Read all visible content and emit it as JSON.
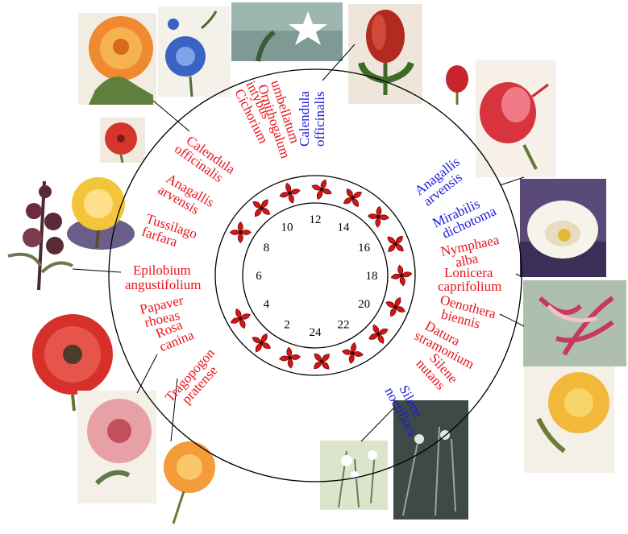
{
  "colors": {
    "opens_morning": "#e8141b",
    "opens_evening": "#1a1adb",
    "flower_mark": "#d11616",
    "circle": "#000000",
    "background": "#ffffff"
  },
  "hours": [
    "2",
    "4",
    "6",
    "8",
    "10",
    "12",
    "14",
    "16",
    "18",
    "20",
    "22",
    "24"
  ],
  "flower_marks": 15,
  "labels": [
    {
      "id": "calendula",
      "lines": [
        "Calendula",
        "officinalis"
      ],
      "color": "opens_evening"
    },
    {
      "id": "ornithogalum",
      "lines": [
        "Ornithogalum",
        "umbellatum"
      ],
      "color": "opens_morning"
    },
    {
      "id": "cichorium",
      "lines": [
        "Cichorium",
        "intybus"
      ],
      "color": "opens_morning"
    },
    {
      "id": "calendula2",
      "lines": [
        "Calendula",
        "officinalis"
      ],
      "color": "opens_morning"
    },
    {
      "id": "anagallis",
      "lines": [
        "Anagallis",
        "arvensis"
      ],
      "color": "opens_morning"
    },
    {
      "id": "tussilago",
      "lines": [
        "Tussilago",
        "farfara"
      ],
      "color": "opens_morning"
    },
    {
      "id": "epilobium",
      "lines": [
        "Epilobium",
        "angustifolium"
      ],
      "color": "opens_morning"
    },
    {
      "id": "papaver",
      "lines": [
        "Papaver",
        "rhoeas"
      ],
      "color": "opens_morning"
    },
    {
      "id": "rosa",
      "lines": [
        "Rosa",
        "canina"
      ],
      "color": "opens_morning"
    },
    {
      "id": "tragopogon",
      "lines": [
        "Tragopogon",
        "pratense"
      ],
      "color": "opens_morning"
    },
    {
      "id": "anagallis2",
      "lines": [
        "Anagallis",
        "arvensis"
      ],
      "color": "opens_evening"
    },
    {
      "id": "mirabilis",
      "lines": [
        "Mirabilis",
        "dichotoma"
      ],
      "color": "opens_evening"
    },
    {
      "id": "nymphaea",
      "lines": [
        "Nymphaea",
        "alba"
      ],
      "color": "opens_morning"
    },
    {
      "id": "lonicera",
      "lines": [
        "Lonicera",
        "caprifolium"
      ],
      "color": "opens_morning"
    },
    {
      "id": "oenothera",
      "lines": [
        "Oenothera",
        "biennis"
      ],
      "color": "opens_morning"
    },
    {
      "id": "datura",
      "lines": [
        "Datura",
        "stramonium"
      ],
      "color": "opens_morning"
    },
    {
      "id": "silene_nutans",
      "lines": [
        "Silene",
        "nutans"
      ],
      "color": "opens_morning"
    },
    {
      "id": "silene_noctiflora",
      "lines": [
        "Silene",
        "noctiflora"
      ],
      "color": "opens_evening"
    }
  ],
  "paintings": [
    {
      "id": "p-calendula-orange",
      "icon": "orange-marigold-painting",
      "colors": [
        "#f07a2a",
        "#f9b04e",
        "#5c7d3a"
      ]
    },
    {
      "id": "p-cichorium",
      "icon": "blue-chicory-painting",
      "colors": [
        "#3a63c4",
        "#7fa6e8",
        "#4f6a33"
      ]
    },
    {
      "id": "p-ornithogalum",
      "icon": "white-star-flower-painting",
      "colors": [
        "#6f8f8a",
        "#ffffff",
        "#8a9a66"
      ]
    },
    {
      "id": "p-tulip-bud",
      "icon": "red-bud-painting",
      "colors": [
        "#b22a20",
        "#3f6a2a",
        "#e8e0d6"
      ]
    },
    {
      "id": "p-anagallis-red",
      "icon": "small-red-flower-painting",
      "colors": [
        "#d6352b",
        "#5e7a3a"
      ]
    },
    {
      "id": "p-hibiscus",
      "icon": "red-hibiscus-painting",
      "colors": [
        "#d8343e",
        "#f06a79",
        "#6b8b3a"
      ]
    },
    {
      "id": "p-tussilago",
      "icon": "yellow-coltsfoot-painting",
      "colors": [
        "#f3c53a",
        "#ffe28a",
        "#6a5e8a"
      ]
    },
    {
      "id": "p-epilobium",
      "icon": "dark-fireweed-painting",
      "colors": [
        "#5a2a36",
        "#7d3c4c",
        "#6b7a4a"
      ]
    },
    {
      "id": "p-nymphaea",
      "icon": "white-water-lily-painting",
      "colors": [
        "#f6f3ea",
        "#5c4a7a",
        "#3b2f57"
      ]
    },
    {
      "id": "p-lonicera",
      "icon": "honeysuckle-painting",
      "colors": [
        "#c63b5c",
        "#f0c4c8",
        "#aebfae"
      ]
    },
    {
      "id": "p-papaver",
      "icon": "red-poppy-painting",
      "colors": [
        "#d5302a",
        "#e6544a",
        "#4c3a2a"
      ]
    },
    {
      "id": "p-rosa",
      "icon": "pink-wild-rose-painting",
      "colors": [
        "#e7a0a6",
        "#c24f5c",
        "#5e7a4a"
      ]
    },
    {
      "id": "p-tragopogon",
      "icon": "orange-goatsbeard-painting",
      "colors": [
        "#f49b3a",
        "#fbc56a",
        "#6b7a3a"
      ]
    },
    {
      "id": "p-silene-white",
      "icon": "white-campion-painting",
      "colors": [
        "#e6ecd6",
        "#b7c4a4",
        "#6e7a5a"
      ]
    },
    {
      "id": "p-silene-dark",
      "icon": "dark-campion-painting",
      "colors": [
        "#3d4a45",
        "#9aa59a",
        "#dfe6df"
      ]
    },
    {
      "id": "p-oenothera",
      "icon": "yellow-primrose-painting",
      "colors": [
        "#f2b83a",
        "#f7d46a",
        "#6c7a3a"
      ]
    }
  ]
}
